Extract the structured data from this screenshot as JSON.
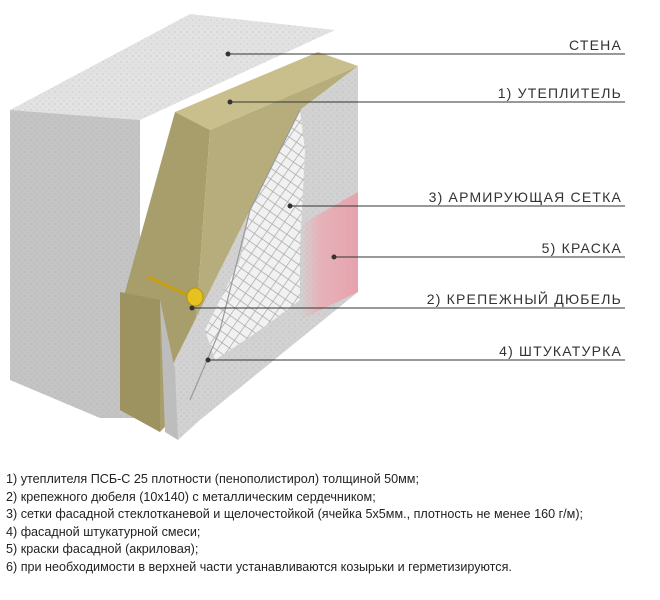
{
  "callouts": [
    {
      "key": "wall",
      "label": "СТЕНА"
    },
    {
      "key": "insulation",
      "label": "1) УТЕПЛИТЕЛЬ"
    },
    {
      "key": "mesh",
      "label": "3)  АРМИРУЮЩАЯ СЕТКА"
    },
    {
      "key": "paint",
      "label": "5)  КРАСКА"
    },
    {
      "key": "dowel",
      "label": "2) КРЕПЕЖНЫЙ ДЮБЕЛЬ"
    },
    {
      "key": "plaster",
      "label": "4)  ШТУКАТУРКА"
    }
  ],
  "notes": [
    "1) утеплителя ПСБ-С 25 плотности (пенополистирол) толщиной 50мм;",
    "2) крепежного дюбеля (10х140) с металлическим сердечником;",
    "3) сетки фасадной стеклотканевой и щелочестойкой (ячейка 5х5мм., плотность не менее 160 г/м);",
    "4) фасадной штукатурной смеси;",
    "5) краски фасадной (акриловая);",
    "6) при необходимости в верхней части устанавливаются козырьки и герметизируются."
  ],
  "colors": {
    "concrete": "#d6d6d6",
    "insulation": "#b7ad7c",
    "mesh": "#e9e9e9",
    "paint": "#e9aeb6",
    "dowel": "#e6c21f",
    "plaster": "#c9c9c9"
  }
}
